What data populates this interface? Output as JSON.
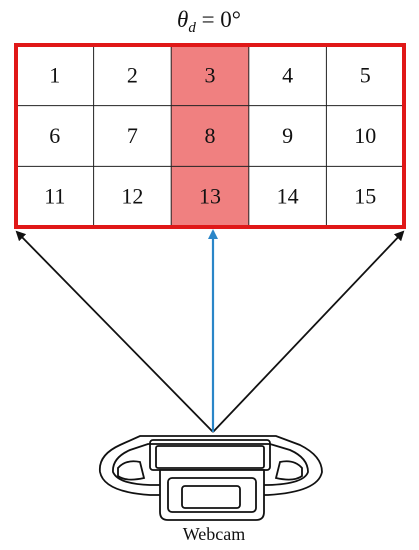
{
  "title": {
    "symbol": "θ",
    "subscript": "d",
    "rest": " = 0°"
  },
  "grid": {
    "rows": 3,
    "cols": 5,
    "cells": [
      "1",
      "2",
      "3",
      "4",
      "5",
      "6",
      "7",
      "8",
      "9",
      "10",
      "11",
      "12",
      "13",
      "14",
      "15"
    ],
    "highlighted_column": 3,
    "highlight_color": "#f08080",
    "border_color": "#e01818"
  },
  "arrows": {
    "side_color": "#111111",
    "center_color": "#2a86c8"
  },
  "webcam": {
    "label": "Webcam"
  }
}
